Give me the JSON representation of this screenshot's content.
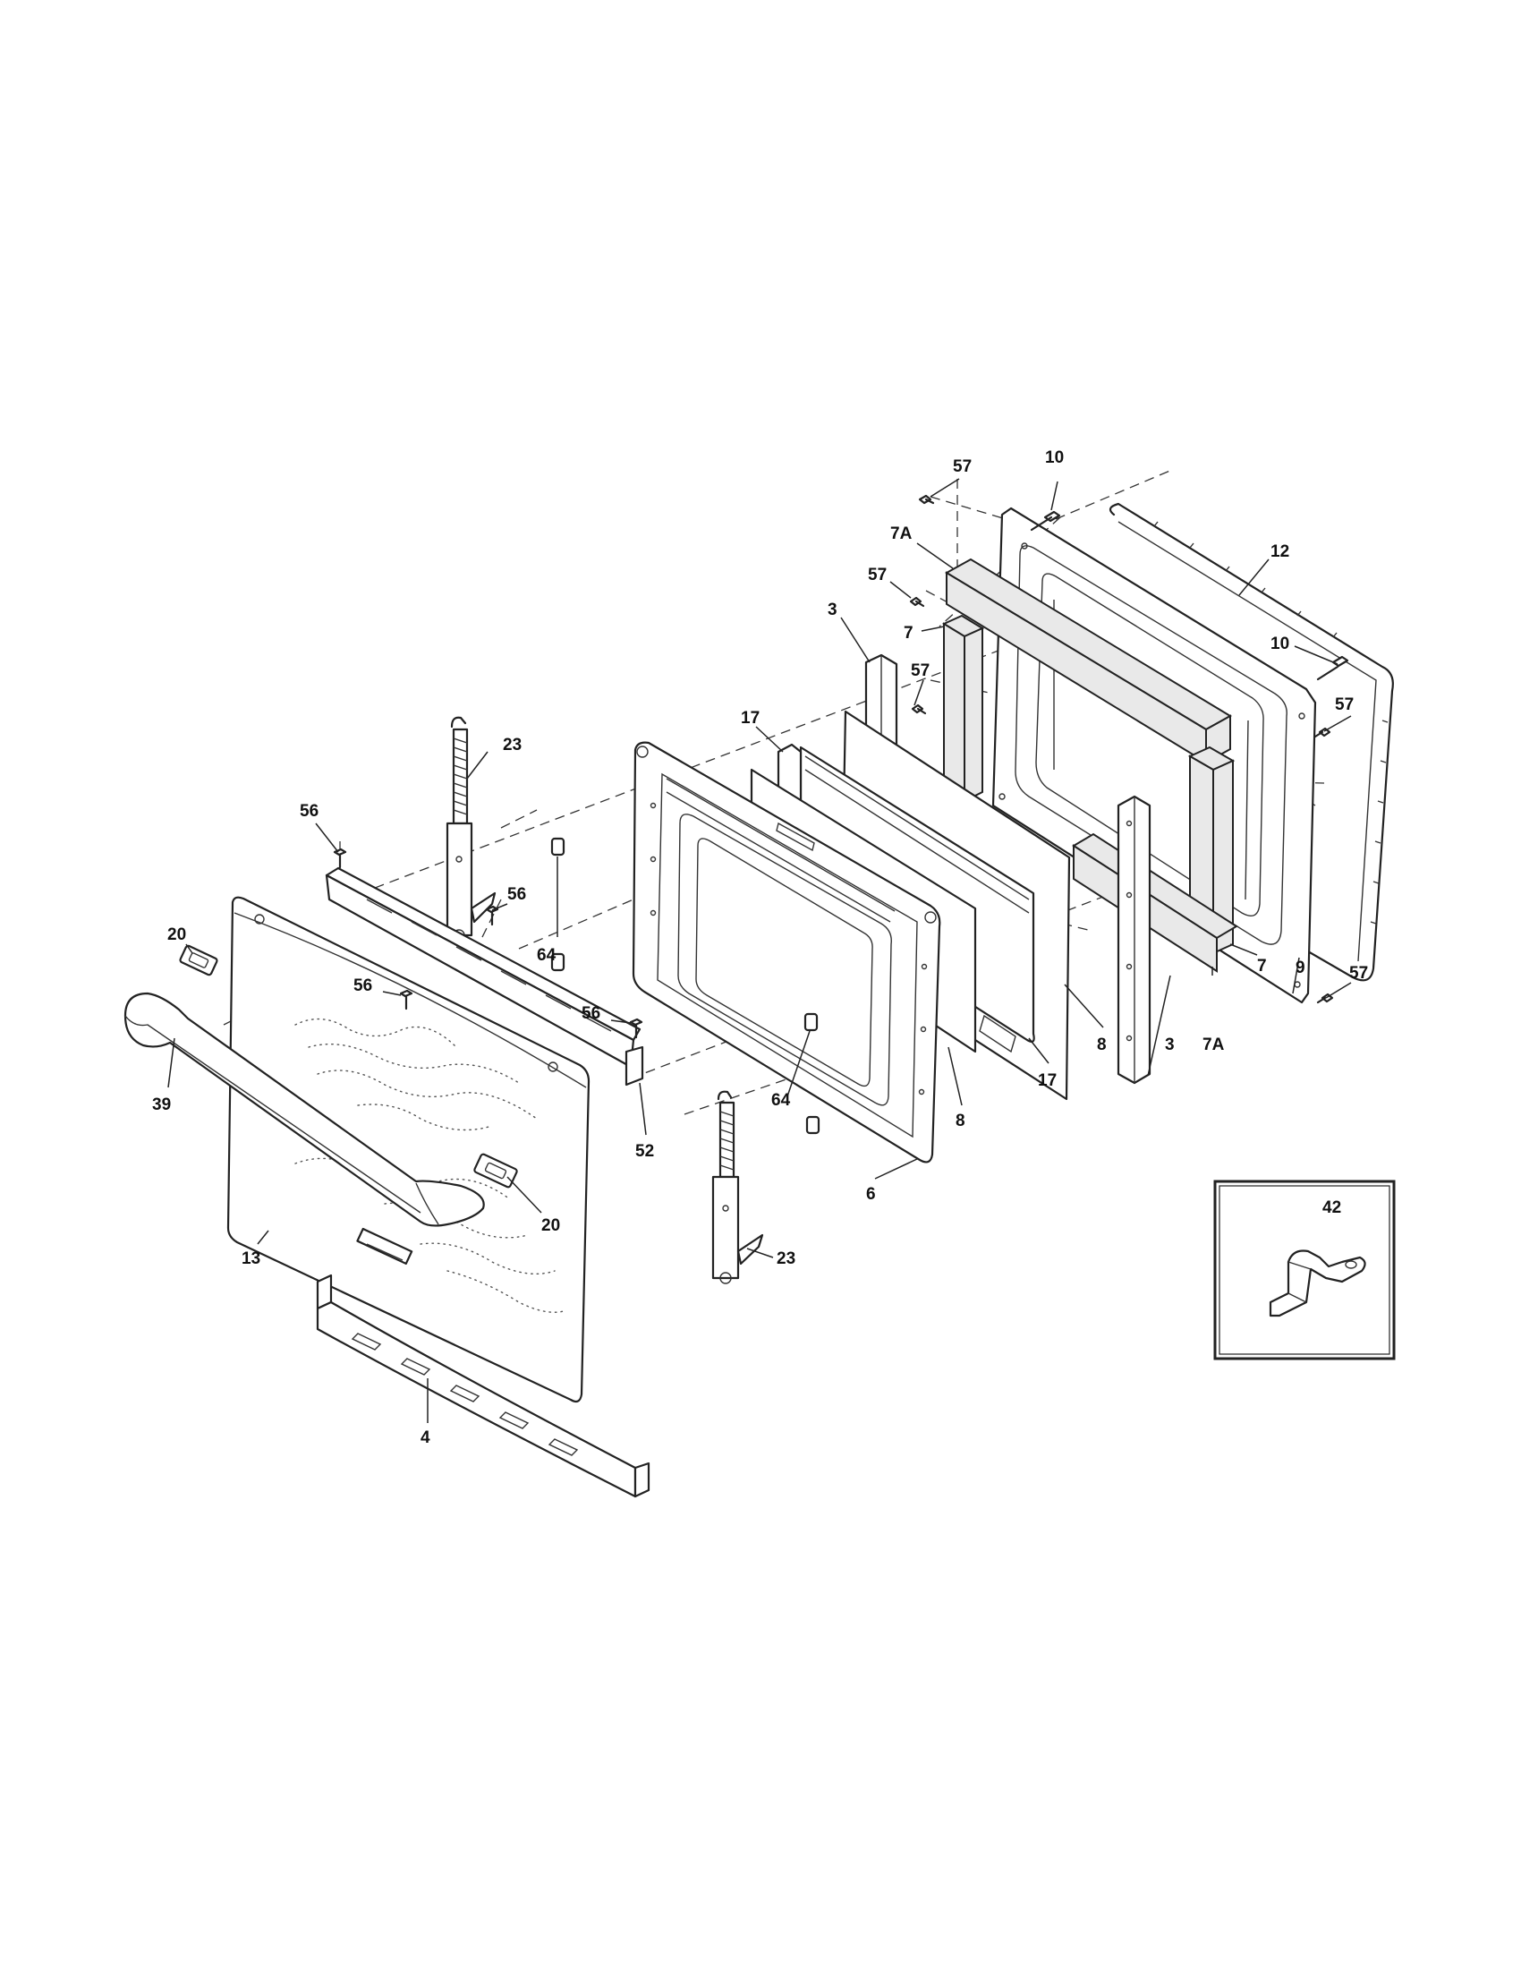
{
  "callouts": {
    "c57_top": "57",
    "c10_top": "10",
    "c7A_top": "7A",
    "c12": "12",
    "c57_b": "57",
    "c3_left": "3",
    "c7_left": "7",
    "c10_right": "10",
    "c57_c": "57",
    "c57_right_top": "57",
    "c17_left": "17",
    "c23_top": "23",
    "c56_a": "56",
    "c56_b": "56",
    "c64_top": "64",
    "c20_left": "20",
    "c56_c": "56",
    "c56_d": "56",
    "c57_right_bottom": "57",
    "c7_right": "7",
    "c9": "9",
    "c3_right": "3",
    "c7A_bottom": "7A",
    "c8_upper": "8",
    "c17_right": "17",
    "c8_lower": "8",
    "c39": "39",
    "c52": "52",
    "c64_bottom": "64",
    "c6": "6",
    "c20_right": "20",
    "c13": "13",
    "c23_bottom": "23",
    "c4": "4",
    "c42": "42"
  }
}
